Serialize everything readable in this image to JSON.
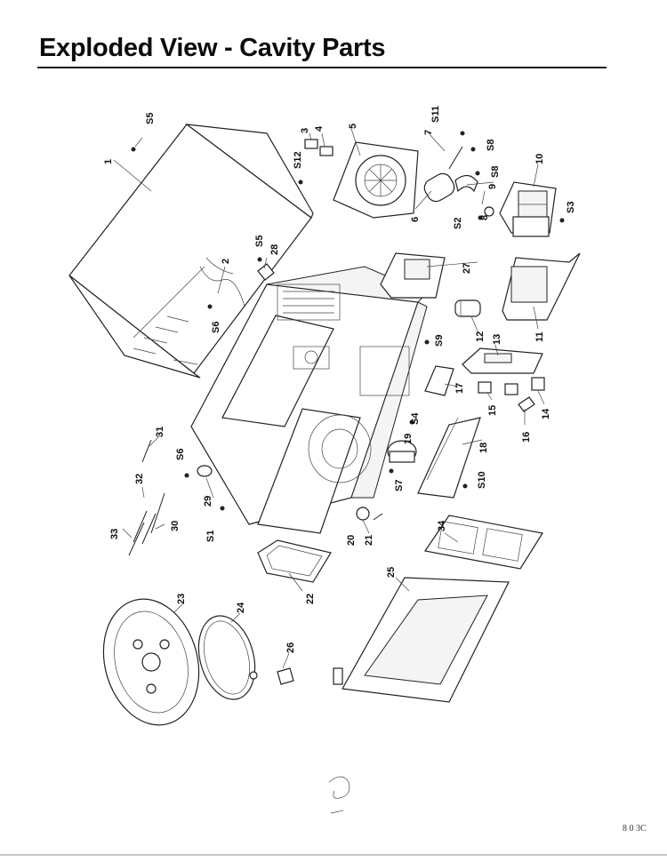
{
  "title": "Exploded View - Cavity Parts",
  "callouts": {
    "c1": "1",
    "c2": "2",
    "c3": "3",
    "c4": "4",
    "c5": "5",
    "c6": "6",
    "c7": "7",
    "c8": "8",
    "c9": "9",
    "c10": "10",
    "c11": "11",
    "c12": "12",
    "c13": "13",
    "c14": "14",
    "c15": "15",
    "c16": "16",
    "c17": "17",
    "c18": "18",
    "c19": "19",
    "c20": "20",
    "c21": "21",
    "c22": "22",
    "c23": "23",
    "c24": "24",
    "c25": "25",
    "c26": "26",
    "c27": "27",
    "c28": "28",
    "c29": "29",
    "c30": "30",
    "c31": "31",
    "c32": "32",
    "c33": "33",
    "c34": "34"
  },
  "screws": {
    "s1": "S1",
    "s2": "S2",
    "s3": "S3",
    "s4": "S4",
    "s5a": "S5",
    "s5b": "S5",
    "s6a": "S6",
    "s6b": "S6",
    "s7": "S7",
    "s8a": "S8",
    "s8b": "S8",
    "s9": "S9",
    "s10": "S10",
    "s11": "S11",
    "s12": "S12"
  },
  "footer_note": "8 0\n  3C"
}
